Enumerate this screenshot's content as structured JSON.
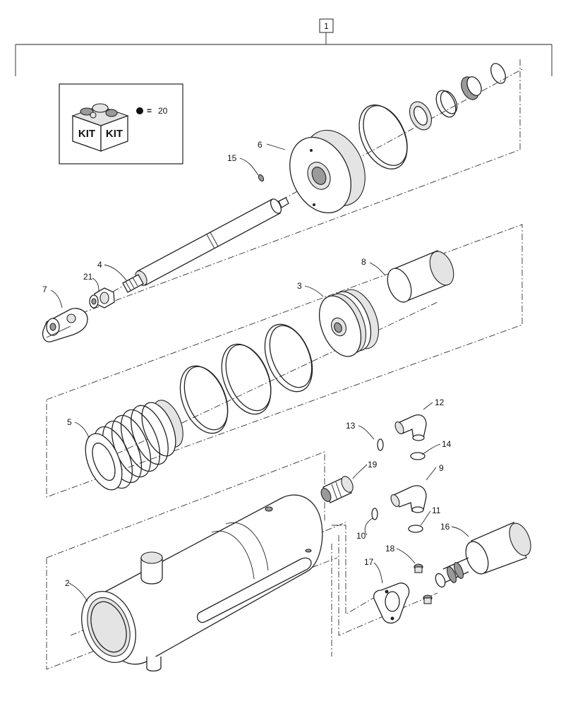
{
  "assembly_number": "1",
  "kit": {
    "label_left": "KIT",
    "label_right": "KIT",
    "equals": "=",
    "count": "20"
  },
  "callouts": {
    "p2": "2",
    "p3": "3",
    "p4": "4",
    "p5": "5",
    "p6": "6",
    "p7": "7",
    "p8": "8",
    "p9": "9",
    "p10": "10",
    "p11": "11",
    "p12": "12",
    "p13": "13",
    "p14": "14",
    "p15": "15",
    "p16": "16",
    "p17": "17",
    "p18": "18",
    "p19": "19",
    "p21": "21"
  }
}
